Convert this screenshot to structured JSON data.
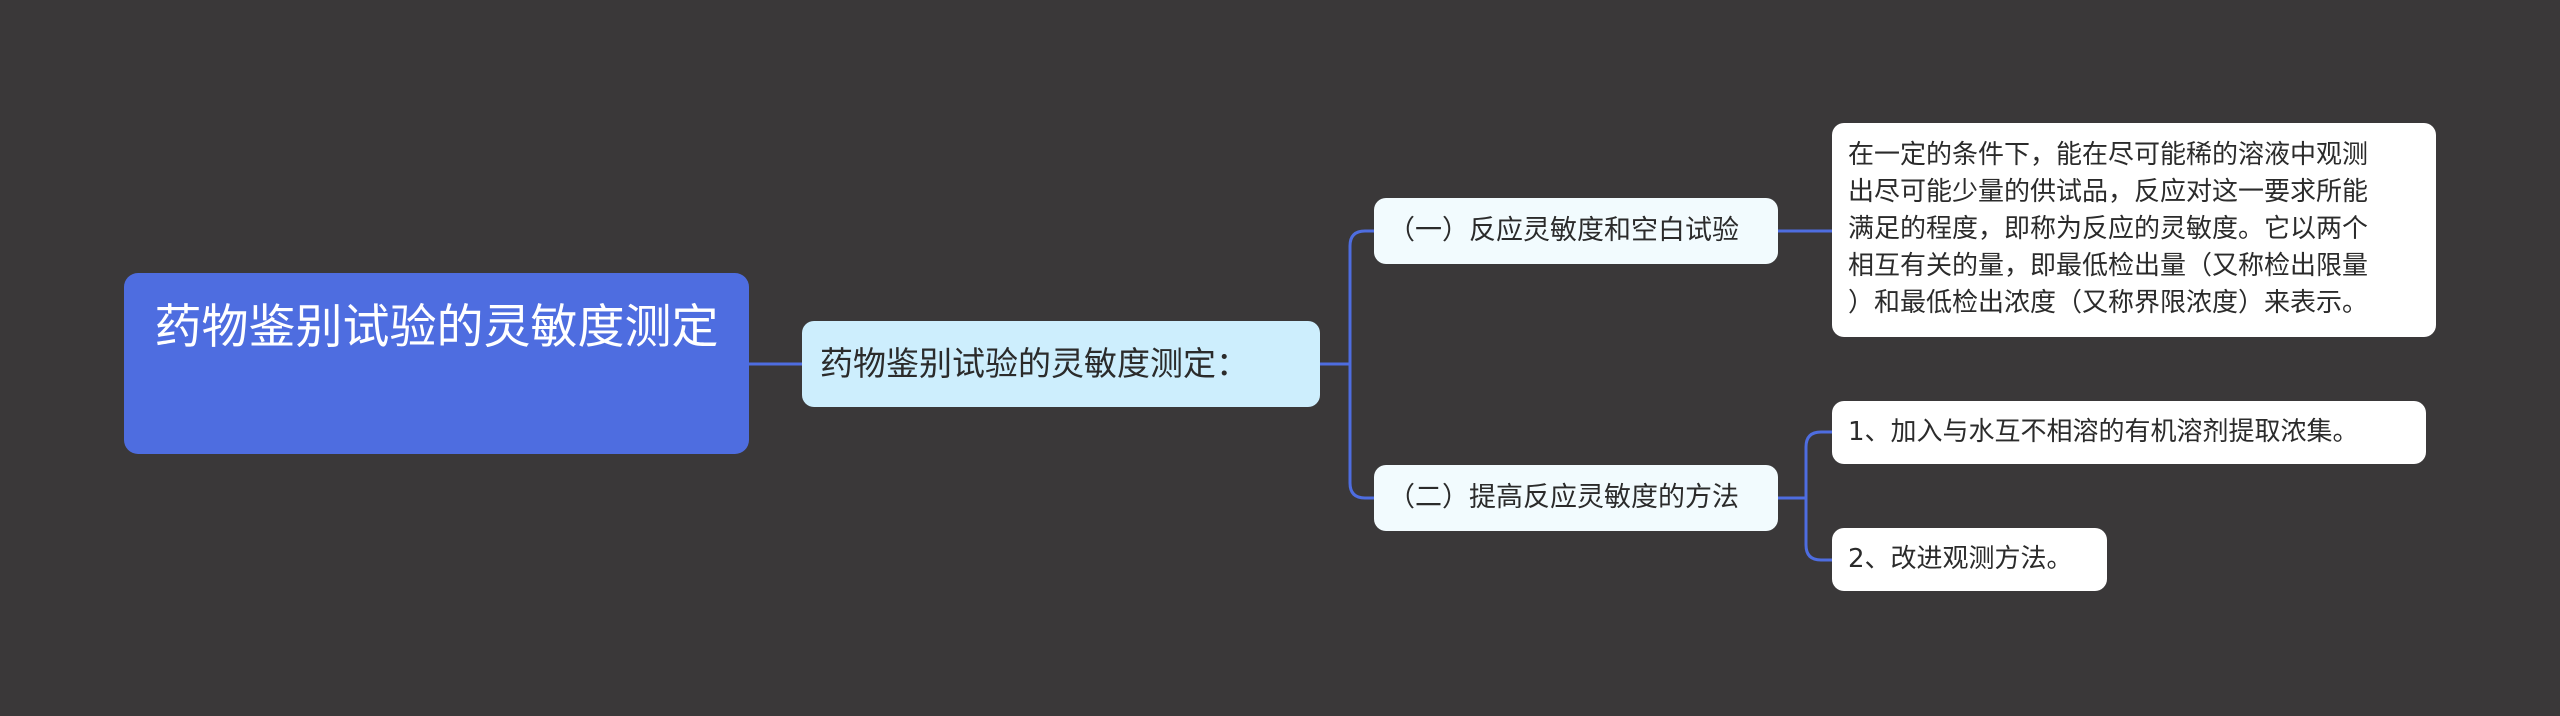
{
  "mindmap": {
    "root": {
      "label": "药物鉴别试验的灵敏度测定"
    },
    "main_topic": {
      "label": "药物鉴别试验的灵敏度测定："
    },
    "branches": [
      {
        "label": "（一）反应灵敏度和空白试验",
        "children": [
          {
            "lines": [
              "在一定的条件下，能在尽可能稀的溶液中观测",
              "出尽可能少量的供试品，反应对这一要求所能",
              "满足的程度，即称为反应的灵敏度。它以两个",
              "相互有关的量，即最低检出量（又称检出限量",
              "）和最低检出浓度（又称界限浓度）来表示。"
            ]
          }
        ]
      },
      {
        "label": "（二）提高反应灵敏度的方法",
        "children": [
          {
            "label": "1、加入与水互不相溶的有机溶剂提取浓集。"
          },
          {
            "label": "2、改进观测方法。"
          }
        ]
      }
    ],
    "colors": {
      "background": "#3a3839",
      "root_fill": "#4e6de0",
      "main_fill": "#cdeefd",
      "branch_fill": "#f2fbfe",
      "leaf_fill": "#ffffff",
      "connector": "#4e6de0"
    }
  }
}
